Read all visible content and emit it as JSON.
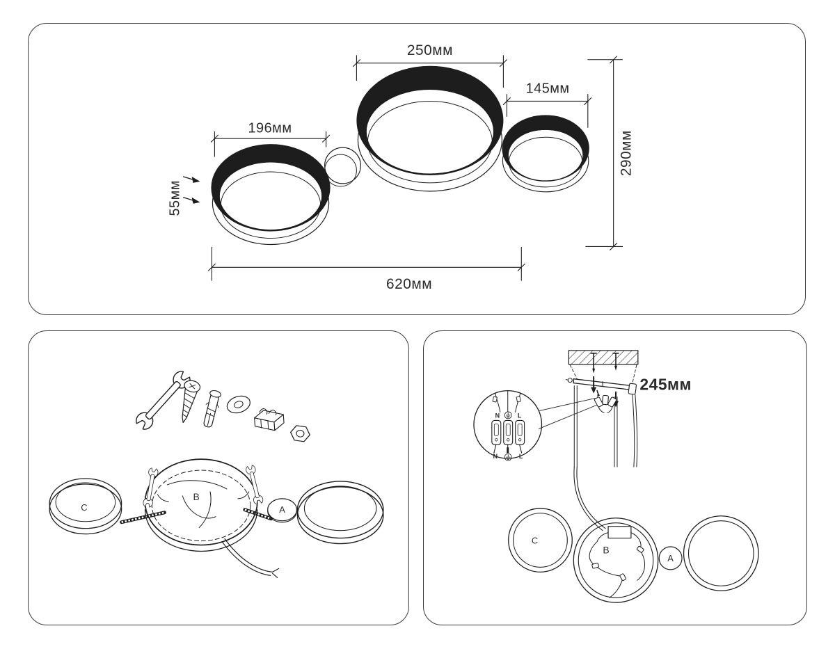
{
  "colors": {
    "ink": "#1d1d1d",
    "text": "#2b2b2b",
    "panel_border": "#3a3a3a",
    "background": "#ffffff"
  },
  "top_panel": {
    "dim_250": "250мм",
    "dim_145": "145мм",
    "dim_196": "196мм",
    "dim_55": "55мм",
    "dim_290": "290мм",
    "dim_620": "620мм"
  },
  "assembly_panel": {
    "label_c": "C",
    "label_b": "B",
    "label_a": "A"
  },
  "mounting_panel": {
    "dim_245": "245мм",
    "label_c": "C",
    "label_b": "B",
    "label_a": "A",
    "terminals_top": {
      "n": "N",
      "l": "L"
    },
    "terminals_bottom": {
      "n": "N",
      "l": "L"
    }
  }
}
